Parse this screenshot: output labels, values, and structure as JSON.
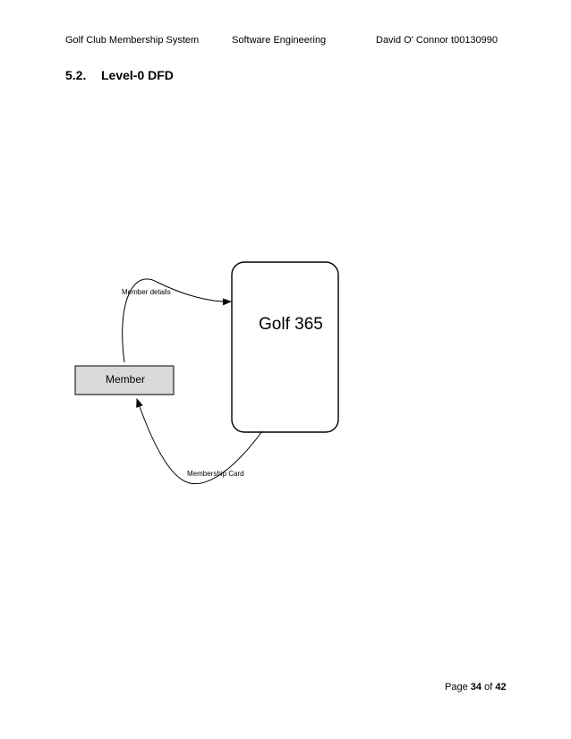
{
  "header": {
    "left": "Golf Club Membership System",
    "center": "Software Engineering",
    "right": "David O' Connor t00130990"
  },
  "section": {
    "number": "5.2.",
    "title": "Level-0 DFD"
  },
  "diagram": {
    "process_label": "Golf 365",
    "entity_label": "Member",
    "flow_in_label": "Member details",
    "flow_out_label": "Membership Card",
    "entity_fill": "#d9d9d9"
  },
  "footer": {
    "prefix": "Page",
    "current": "34",
    "separator": "of",
    "total": "42"
  }
}
